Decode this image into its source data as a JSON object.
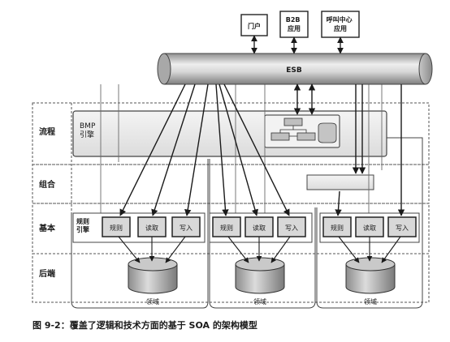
{
  "top_apps": [
    "门户",
    "B2B\n应用",
    "呼叫中心\n应用"
  ],
  "bus_label": "ESB",
  "layers": [
    "流程",
    "组合",
    "基本",
    "后端"
  ],
  "bpm_engine": "BMP\n引擎",
  "rules_engine": "规则\n引擎",
  "services": {
    "rules": "规则",
    "read": "读取",
    "write": "写入"
  },
  "domain_label": "领域",
  "caption": "图 9-2：覆盖了逻辑和技术方面的基于 SOA 的架构模型",
  "colors": {
    "ink": "#1a1a1a",
    "bus_dark": "#9a9a9a",
    "bus_light": "#e9e9e9",
    "service_fill": "#d8d8d8",
    "layer_line": "#555555"
  }
}
